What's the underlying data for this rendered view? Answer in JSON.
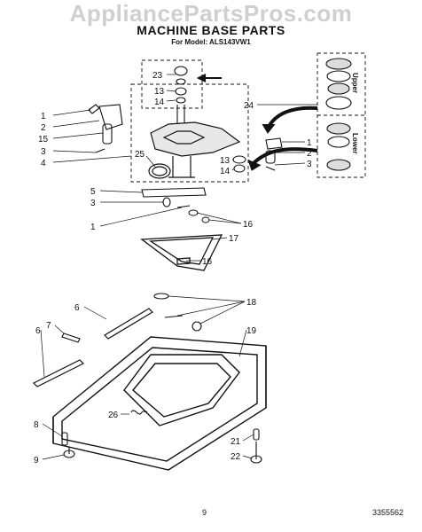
{
  "watermark": "AppliancePartsPros.com",
  "title": "MACHINE BASE PARTS",
  "subtitle": "For Model: ALS143VW1",
  "page_number": "9",
  "doc_number": "3355562",
  "callouts": {
    "c1a": "1",
    "c2a": "2",
    "c15": "15",
    "c3a": "3",
    "c4": "4",
    "c23": "23",
    "c13a": "13",
    "c14a": "14",
    "c24": "24",
    "c25": "25",
    "c13b": "13",
    "c14b": "14",
    "c1b": "1",
    "c2b": "2",
    "c3b": "3",
    "c5": "5",
    "c3c": "3",
    "c1c": "1",
    "c16a": "16",
    "c17": "17",
    "c16b": "16",
    "c18": "18",
    "c6a": "6",
    "c7": "7",
    "c6b": "6",
    "c19": "19",
    "c26": "26",
    "c8": "8",
    "c9": "9",
    "c21": "21",
    "c22": "22"
  },
  "inset_labels": {
    "upper": "Upper",
    "lower": "Lower"
  }
}
